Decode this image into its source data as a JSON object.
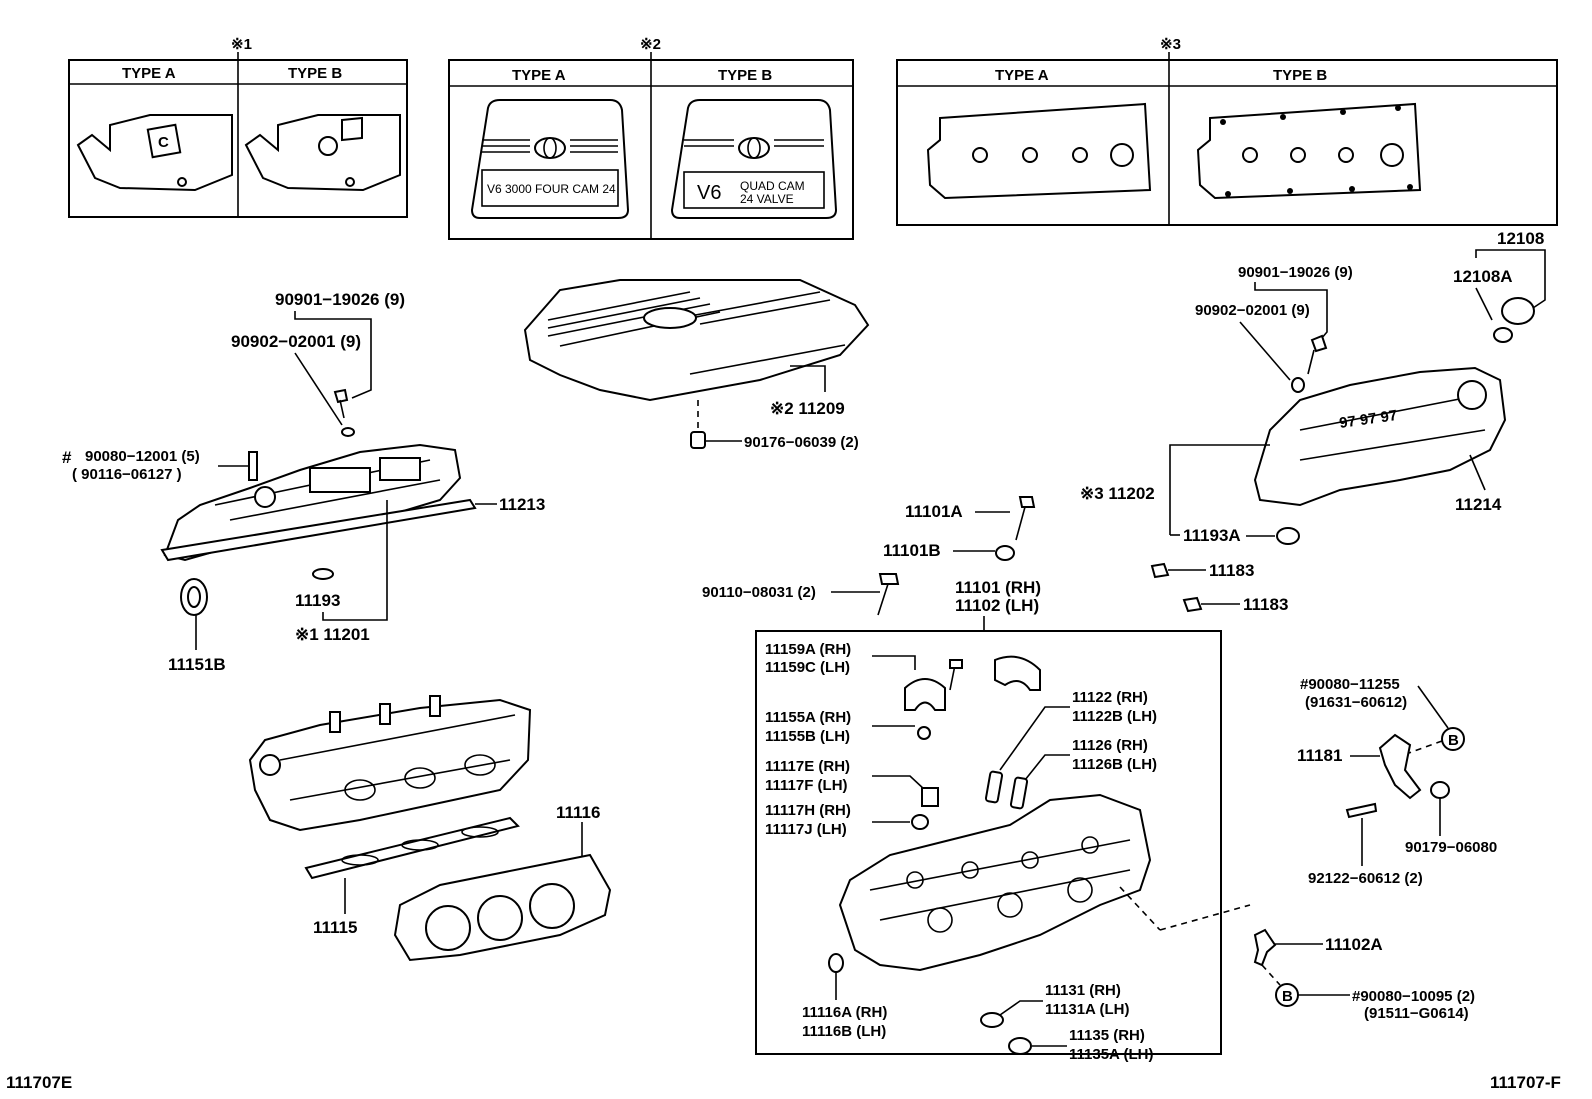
{
  "footer": {
    "left_code": "111707E",
    "right_code": "111707-F"
  },
  "variants": [
    {
      "marker": "※1",
      "type_a": "TYPE A",
      "type_b": "TYPE B"
    },
    {
      "marker": "※2",
      "type_a": "TYPE A",
      "type_b": "TYPE B",
      "cover_a_text": "V6 3000 FOUR CAM 24",
      "cover_b_big": "V6",
      "cover_b_line1": "QUAD  CAM",
      "cover_b_line2": "24   VALVE"
    },
    {
      "marker": "※3",
      "type_a": "TYPE A",
      "type_b": "TYPE B"
    }
  ],
  "callouts": {
    "l_90901": "90901−19026 (9)",
    "l_90902": "90902−02001 (9)",
    "l_hash": "#",
    "l_90080": "90080−12001 (5)",
    "l_90116": "( 90116−06127 )",
    "l_11213": "11213",
    "l_11193": "11193",
    "l_11201": "※1 11201",
    "l_11151B": "11151B",
    "c_11209": "※2 11209",
    "c_90176": "90176−06039 (2)",
    "r_90901": "90901−19026 (9)",
    "r_90902": "90902−02001 (9)",
    "r_12108": "12108",
    "r_12108A": "12108A",
    "r_11202": "※3 11202",
    "r_11214": "11214",
    "r_11193A": "11193A",
    "m_11101A": "11101A",
    "m_11101B": "11101B",
    "m_90110": "90110−08031 (2)",
    "m_11101": "11101 (RH)",
    "m_11102": "11102 (LH)",
    "m_11183a": "11183",
    "m_11183b": "11183",
    "b_11159A": "11159A (RH)",
    "b_11159C": "11159C (LH)",
    "b_11155A": "11155A (RH)",
    "b_11155B": "11155B (LH)",
    "b_11117E": "11117E (RH)",
    "b_11117F": "11117F (LH)",
    "b_11117H": "11117H (RH)",
    "b_11117J": "11117J (LH)",
    "b_11122": "11122   (RH)",
    "b_11122B": "11122B (LH)",
    "b_11126": "11126   (RH)",
    "b_11126B": "11126B (LH)",
    "b_11116A": "11116A (RH)",
    "b_11116B": "11116B (LH)",
    "b_11131": "11131   (RH)",
    "b_11131A": "11131A (LH)",
    "b_11135": "11135   (RH)",
    "b_11135A": "11135A (LH)",
    "g_11116": "11116",
    "g_11115": "11115",
    "s_90080a": "#90080−11255",
    "s_91631": "(91631−60612)",
    "s_11181": "11181",
    "s_90179": "90179−06080",
    "s_92122": "92122−60612 (2)",
    "s_11102A": "11102A",
    "s_90080b": "#90080−10095 (2)",
    "s_91511": "(91511−G0614)",
    "s_B": "B"
  }
}
